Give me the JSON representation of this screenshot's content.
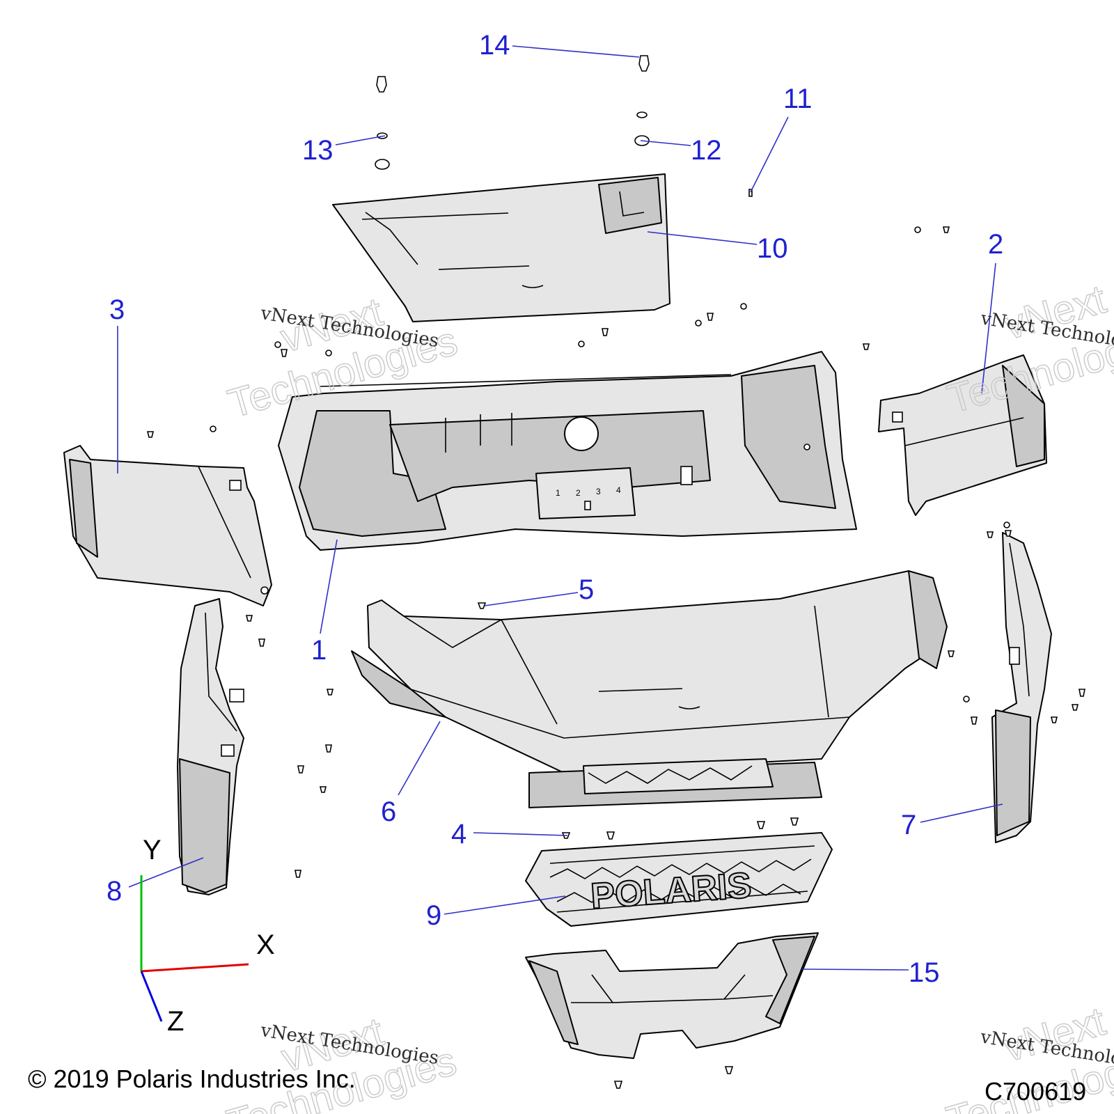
{
  "callouts": [
    {
      "label": "1"
    },
    {
      "label": "2"
    },
    {
      "label": "3"
    },
    {
      "label": "4"
    },
    {
      "label": "5"
    },
    {
      "label": "6"
    },
    {
      "label": "7"
    },
    {
      "label": "8"
    },
    {
      "label": "9"
    },
    {
      "label": "10"
    },
    {
      "label": "11"
    },
    {
      "label": "12"
    },
    {
      "label": "13"
    },
    {
      "label": "14"
    },
    {
      "label": "15"
    }
  ],
  "watermark": {
    "script_text": "vNext Technologies",
    "outline_line1": "vNext",
    "outline_line2": "Technologies"
  },
  "axes": {
    "x": "X",
    "y": "Y",
    "z": "Z",
    "x_color": "#e00000",
    "y_color": "#00c000",
    "z_color": "#0000e0"
  },
  "plate_numbers": [
    "1",
    "2",
    "3",
    "4"
  ],
  "grille_logo": "POLARIS",
  "footer": {
    "copyright": "© 2019 Polaris Industries Inc.",
    "figure_id": "C700619"
  },
  "colors": {
    "callout": "#2020d0",
    "part_fill": "#e6e6e6",
    "part_shade": "#c8c8c8"
  }
}
